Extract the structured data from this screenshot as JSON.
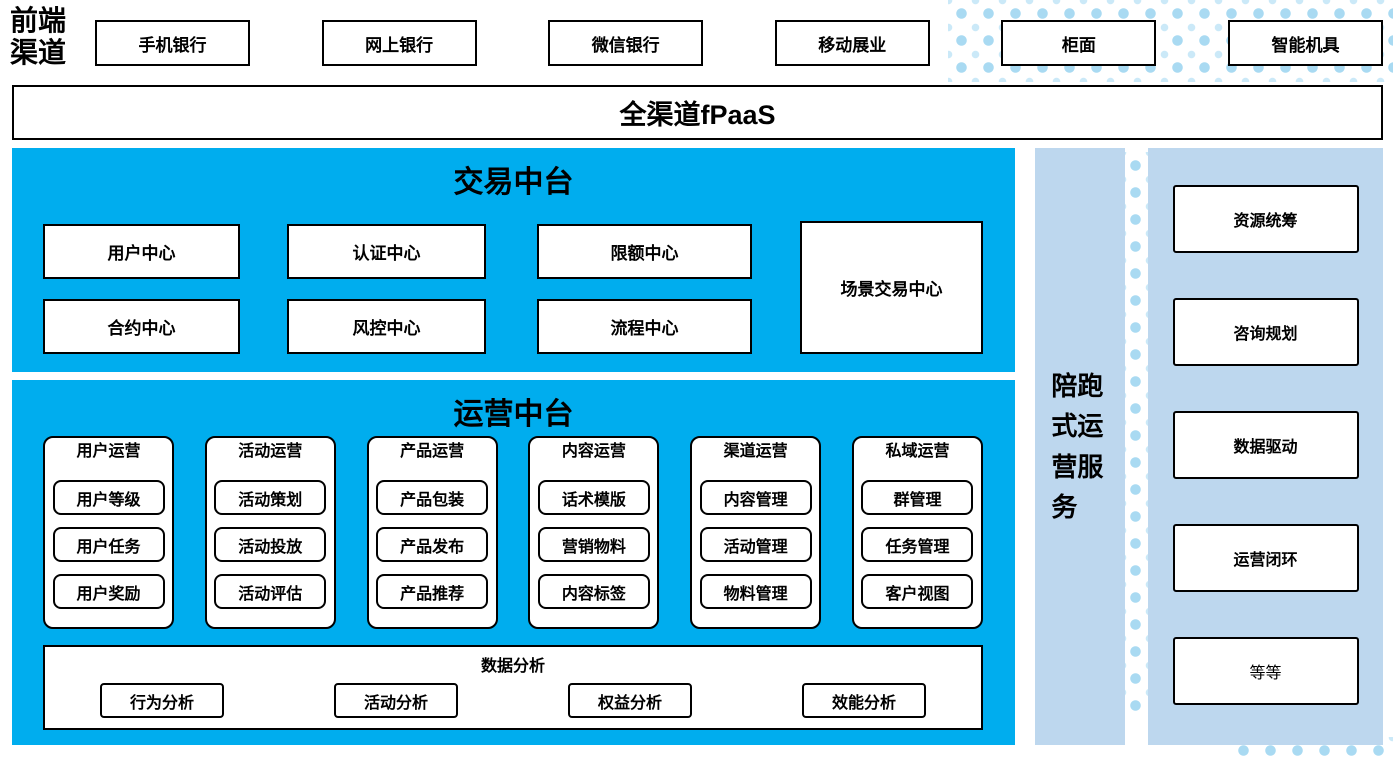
{
  "frontend": {
    "label": "前端渠道",
    "channels": [
      "手机银行",
      "网上银行",
      "微信银行",
      "移动展业",
      "柜面",
      "智能机具"
    ]
  },
  "fpaas_label": "全渠道fPaaS",
  "transaction": {
    "title": "交易中台",
    "centers": [
      "用户中心",
      "认证中心",
      "限额中心",
      "合约中心",
      "风控中心",
      "流程中心"
    ],
    "scene_center": "场景交易中心"
  },
  "operation": {
    "title": "运营中台",
    "groups": [
      {
        "title": "用户运营",
        "items": [
          "用户等级",
          "用户任务",
          "用户奖励"
        ]
      },
      {
        "title": "活动运营",
        "items": [
          "活动策划",
          "活动投放",
          "活动评估"
        ]
      },
      {
        "title": "产品运营",
        "items": [
          "产品包装",
          "产品发布",
          "产品推荐"
        ]
      },
      {
        "title": "内容运营",
        "items": [
          "话术模版",
          "营销物料",
          "内容标签"
        ]
      },
      {
        "title": "渠道运营",
        "items": [
          "内容管理",
          "活动管理",
          "物料管理"
        ]
      },
      {
        "title": "私域运营",
        "items": [
          "群管理",
          "任务管理",
          "客户视图"
        ]
      }
    ],
    "analysis": {
      "title": "数据分析",
      "items": [
        "行为分析",
        "活动分析",
        "权益分析",
        "效能分析"
      ]
    }
  },
  "companion_service": {
    "label": "陪跑式运营服务"
  },
  "right_panel": {
    "items": [
      "资源统筹",
      "咨询规划",
      "数据驱动",
      "运营闭环",
      "等等"
    ]
  },
  "colors": {
    "middle_platform_cyan": "#00adee",
    "side_panel_blue": "#bdd7ee",
    "dot_blue": "#a9daf2"
  }
}
